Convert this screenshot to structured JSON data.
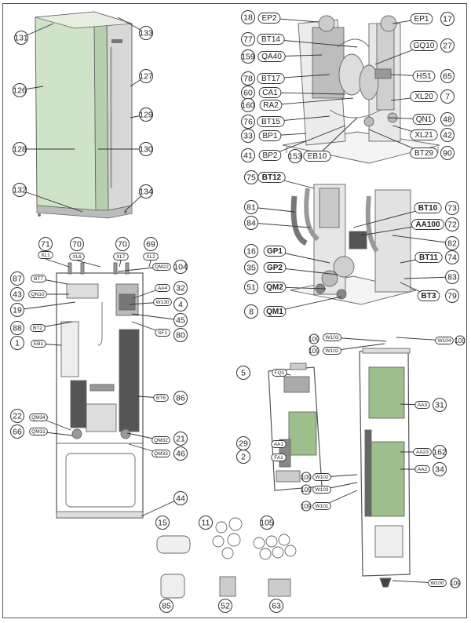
{
  "cabinet": {
    "labels": [
      {
        "num": "131"
      },
      {
        "num": "133"
      },
      {
        "num": "126"
      },
      {
        "num": "127"
      },
      {
        "num": "129"
      },
      {
        "num": "128"
      },
      {
        "num": "130"
      },
      {
        "num": "132"
      },
      {
        "num": "134"
      }
    ]
  },
  "cooling_module_top": {
    "labels": [
      {
        "num": "18",
        "code": "EP2"
      },
      {
        "num": "17",
        "code": "EP1"
      },
      {
        "num": "77",
        "code": "BT14"
      },
      {
        "num": "159",
        "code": "QA40"
      },
      {
        "num": "27",
        "code": "GQ10"
      },
      {
        "num": "78",
        "code": "BT17"
      },
      {
        "num": "65",
        "code": "HS1"
      },
      {
        "num": "60",
        "code": "CA1"
      },
      {
        "num": "7",
        "code": "XL20"
      },
      {
        "num": "160",
        "code": "RA2"
      },
      {
        "num": "76",
        "code": "BT15"
      },
      {
        "num": "48",
        "code": "QN1"
      },
      {
        "num": "33",
        "code": "BP1"
      },
      {
        "num": "42",
        "code": "XL21"
      },
      {
        "num": "41",
        "code": "BP2"
      },
      {
        "num": "153",
        "code": "EB10"
      },
      {
        "num": "90",
        "code": "BT29"
      }
    ]
  },
  "cooling_module_bottom": {
    "labels": [
      {
        "num": "75",
        "code": "BT12"
      },
      {
        "num": "81",
        "code": ""
      },
      {
        "num": "73",
        "code": "BT10"
      },
      {
        "num": "84",
        "code": ""
      },
      {
        "num": "72",
        "code": "AA100"
      },
      {
        "num": "82",
        "code": ""
      },
      {
        "num": "16",
        "code": "GP1"
      },
      {
        "num": "74",
        "code": "BT11"
      },
      {
        "num": "35",
        "code": "GP2"
      },
      {
        "num": "83",
        "code": ""
      },
      {
        "num": "51",
        "code": "QM2"
      },
      {
        "num": "79",
        "code": "BT3"
      },
      {
        "num": "8",
        "code": "QM1"
      }
    ]
  },
  "interior": {
    "top_labels": [
      {
        "num": "71",
        "code": "XL1"
      },
      {
        "num": "70",
        "code": "XL6"
      },
      {
        "num": "70",
        "code": "XL7"
      },
      {
        "num": "69",
        "code": "XL2"
      }
    ],
    "labels": [
      {
        "num": "87",
        "code": "BT7"
      },
      {
        "num": "104",
        "code": "QM22"
      },
      {
        "num": "43",
        "code": "QN10"
      },
      {
        "num": "32",
        "code": "AA4"
      },
      {
        "num": "19",
        "code": ""
      },
      {
        "num": "4",
        "code": "W130"
      },
      {
        "num": "45",
        "code": ""
      },
      {
        "num": "88",
        "code": "BT2"
      },
      {
        "num": "80",
        "code": "SF1"
      },
      {
        "num": "1",
        "code": "EB1"
      },
      {
        "num": "86",
        "code": "BT6"
      },
      {
        "num": "22",
        "code": "QM34"
      },
      {
        "num": "66",
        "code": "QM31"
      },
      {
        "num": "21",
        "code": "QM32"
      },
      {
        "num": "46",
        "code": "QM33"
      },
      {
        "num": "44",
        "code": ""
      }
    ]
  },
  "electrical": {
    "labels": [
      {
        "num": "5",
        "code": "FQ1"
      },
      {
        "num": "29",
        "code": "AA1"
      },
      {
        "num": "2",
        "code": "FA1"
      },
      {
        "num": "31",
        "code": "AA3"
      },
      {
        "num": "162",
        "code": "AA23"
      },
      {
        "num": "34",
        "code": "AA2"
      }
    ],
    "cables": [
      {
        "num": "109",
        "code": "W103"
      },
      {
        "num": "109",
        "code": "W102"
      },
      {
        "num": "109",
        "code": "W104"
      },
      {
        "num": "109",
        "code": "W102"
      },
      {
        "num": "109",
        "code": "W103"
      },
      {
        "num": "109",
        "code": "W101"
      },
      {
        "num": "109",
        "code": "W100"
      }
    ]
  },
  "accessories": {
    "labels": [
      {
        "num": "15"
      },
      {
        "num": "11"
      },
      {
        "num": "105"
      },
      {
        "num": "85"
      },
      {
        "num": "52"
      },
      {
        "num": "63"
      }
    ]
  }
}
